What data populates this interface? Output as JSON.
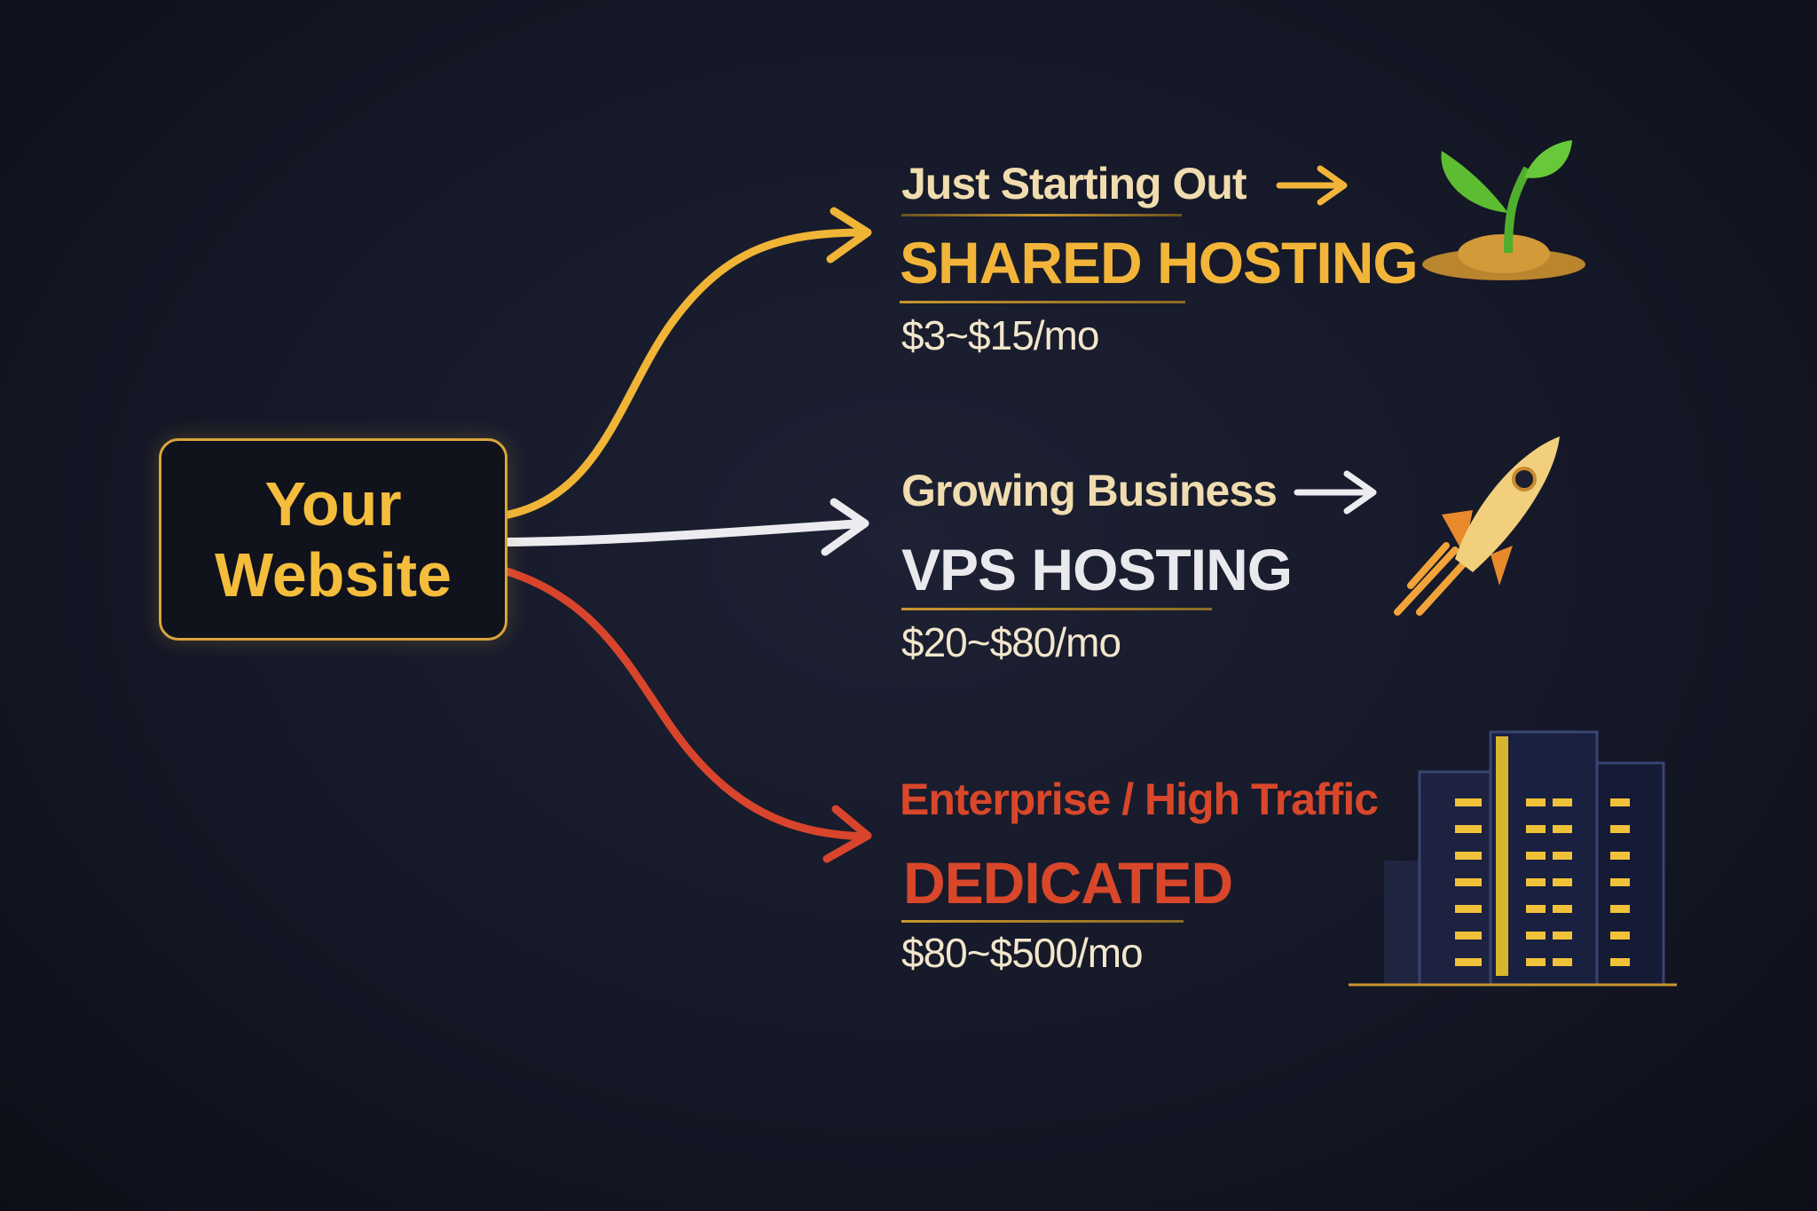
{
  "source": {
    "label_line1": "Your",
    "label_line2": "Website"
  },
  "tiers": [
    {
      "audience": "Just Starting Out",
      "plan": "SHARED HOSTING",
      "price": "$3~$15/mo",
      "icon": "sprout-icon",
      "color": "#f2b53a"
    },
    {
      "audience": "Growing Business",
      "plan": "VPS HOSTING",
      "price": "$20~$80/mo",
      "icon": "rocket-icon",
      "color": "#e9e9ee"
    },
    {
      "audience": "Enterprise / High Traffic",
      "plan": "DEDICATED",
      "price": "$80~$500/mo",
      "icon": "office-building-icon",
      "color": "#d9472a"
    }
  ],
  "colors": {
    "accent": "#f2b53a",
    "label_cream": "#f0dcae",
    "background": "#151827"
  }
}
